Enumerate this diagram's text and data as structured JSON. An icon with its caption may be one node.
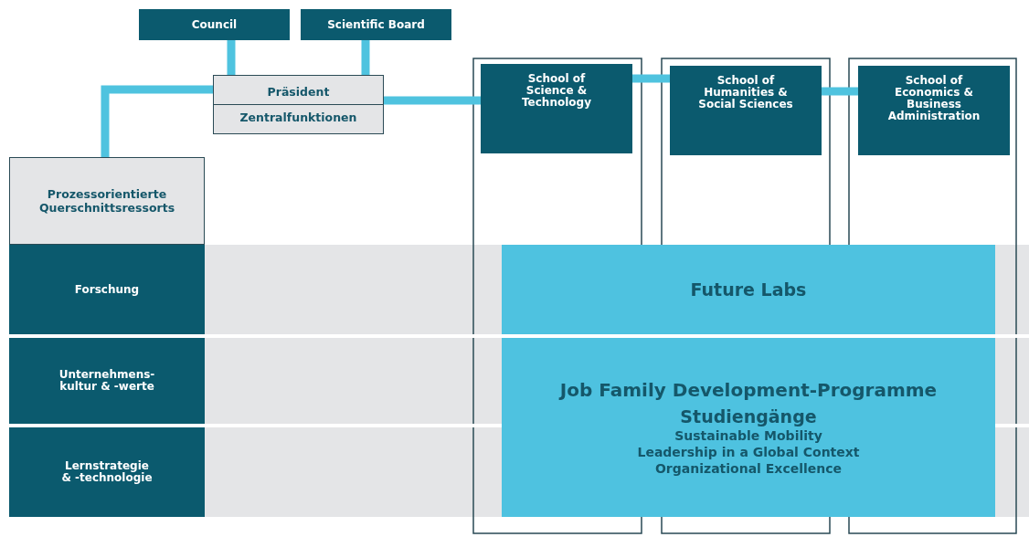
{
  "diagram": {
    "nodes": [
      {
        "text": [
          "Council"
        ]
      },
      {
        "text": [
          "Scientific Board"
        ]
      },
      {
        "text": [
          "Präsident",
          "Zentralfunktionen"
        ]
      },
      {
        "text": [
          "School of Science & Technology"
        ]
      },
      {
        "text": [
          "School of Humanities & Social Sciences"
        ]
      },
      {
        "text": [
          "School of Economics & Business Administration"
        ]
      },
      {
        "text": [
          "Prozessorientierte Querschnittsressorts"
        ]
      },
      {
        "text": [
          "Forschung"
        ]
      },
      {
        "text": [
          "Unternehmens- kultur & -werte"
        ]
      },
      {
        "text": [
          "Lernstrategie & -technologie"
        ]
      },
      {
        "text": [
          "Future Labs"
        ]
      },
      {
        "text": [
          "Job Family Development-Programme",
          "Studiengänge",
          "Sustainable Mobility",
          "Leadership in a Global Context",
          "Organizational Excellence"
        ]
      }
    ],
    "edges": [
      {
        "from": 0,
        "to": 2,
        "arrow": "none"
      },
      {
        "from": 1,
        "to": 2,
        "arrow": "none"
      },
      {
        "from": 2,
        "to": 6,
        "arrow": "none"
      },
      {
        "from": 2,
        "to": 3,
        "arrow": "none"
      },
      {
        "from": 3,
        "to": 4,
        "arrow": "none"
      },
      {
        "from": 4,
        "to": 5,
        "arrow": "none"
      }
    ]
  }
}
